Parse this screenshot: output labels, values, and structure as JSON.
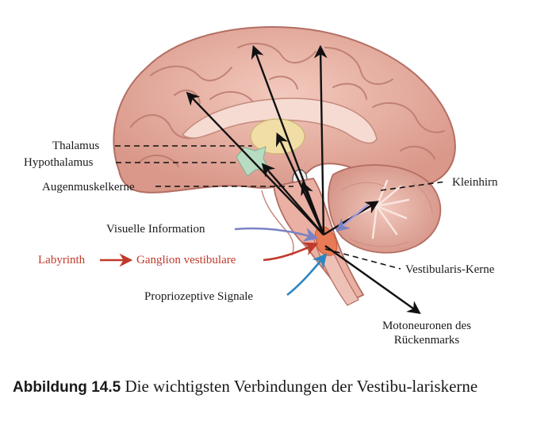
{
  "labels": {
    "thalamus": "Thalamus",
    "hypothalamus": "Hypothalamus",
    "augenmuskelkerne": "Augenmuskelkerne",
    "kleinhirn": "Kleinhirn",
    "visuelle_information": "Visuelle Information",
    "labyrinth": "Labyrinth",
    "ganglion_vestibulare": "Ganglion vestibulare",
    "vestibularis_kerne": "Vestibularis-Kerne",
    "propriozeptive_signale": "Propriozeptive Signale",
    "motoneuronen_line1": "Motoneuronen des",
    "motoneuronen_line2": "Rückenmarks"
  },
  "caption": {
    "figure_number": "Abbildung 14.5",
    "text": " Die wichtigsten Verbindungen der Vestibu-lariskerne"
  },
  "colors": {
    "brain_fill": "#e9b5a8",
    "brain_stroke": "#b46e63",
    "thalamus": "#f1e1a6",
    "hypothalamus": "#b7dcc3",
    "nucleus": "#e87a55",
    "red_arrow": "#c0392b",
    "blue_arrow": "#2e86c1",
    "purple_arrow": "#7b82c4",
    "black_arrow": "#111111"
  }
}
